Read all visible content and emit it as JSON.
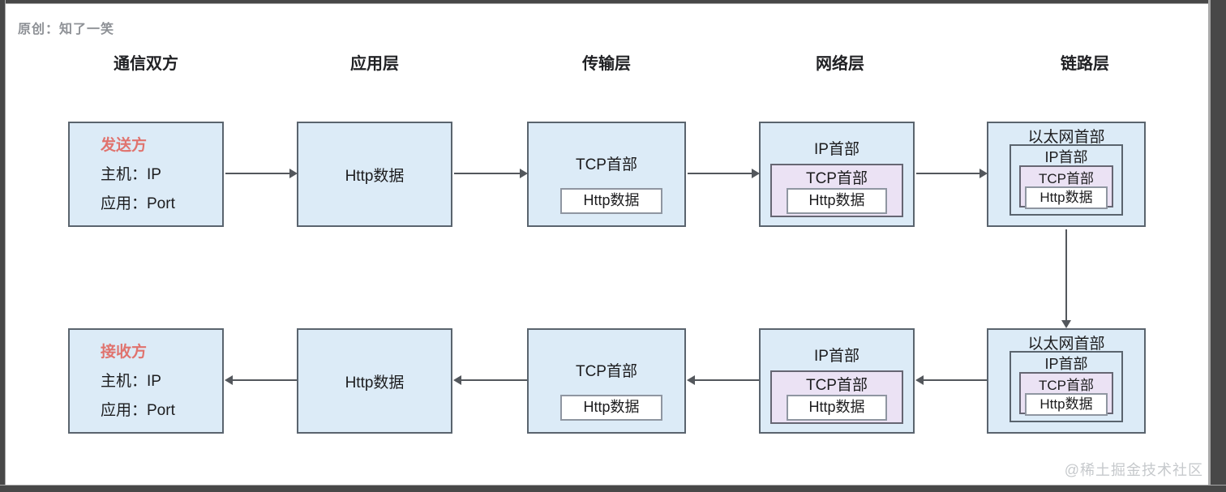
{
  "page": {
    "author": "原创：知了一笑",
    "watermark": "@稀土掘金技术社区"
  },
  "headers": {
    "parties": "通信双方",
    "application": "应用层",
    "transport": "传输层",
    "network": "网络层",
    "link": "链路层"
  },
  "labels": {
    "http_data": "Http数据",
    "tcp_header": "TCP首部",
    "ip_header": "IP首部",
    "ethernet_header": "以太网首部"
  },
  "sender": {
    "title": "发送方",
    "host": "主机：IP",
    "app": "应用：Port"
  },
  "receiver": {
    "title": "接收方",
    "host": "主机：IP",
    "app": "应用：Port"
  },
  "colors": {
    "box_fill": "#dcebf7",
    "tcp_fill": "#ebe2f4",
    "http_fill": "#ffffff",
    "accent_red": "#e0736e",
    "arrow": "#53575c",
    "frame": "#484848"
  }
}
